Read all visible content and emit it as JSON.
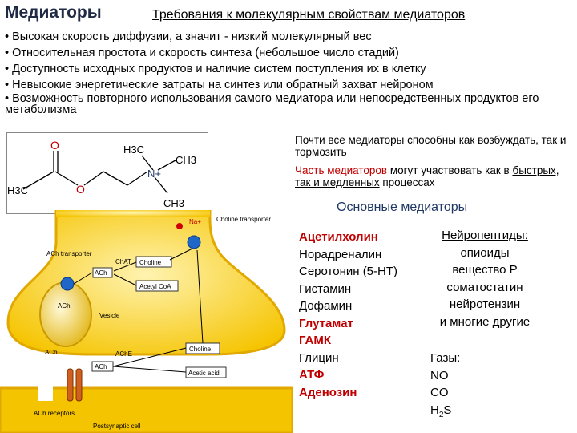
{
  "title": "Медиаторы",
  "subtitle": "Требования к молекулярным свойствам медиаторов",
  "bullets": [
    "• Высокая скорость диффузии, а значит - низкий молекулярный вес",
    "• Относительная простота и скорость синтеза (небольшое число стадий)",
    "• Доступность исходных продуктов и наличие систем поступления их в клетку",
    "• Невысокие энергетические затраты на синтез или обратный захват нейроном",
    "• Возможность повторного использования самого медиатора или непосредственных продуктов его метаболизма"
  ],
  "structure": {
    "o_top": "O",
    "o_bottom": "O",
    "h3c_left": "H3C",
    "h3c_top": "H3C",
    "ch3_right": "CH3",
    "ch3_bottom": "CH3",
    "n_plus": "N+"
  },
  "synapse": {
    "na": "Na+",
    "choline_transporter": "Choline transporter",
    "ach_transporter": "ACh transporter",
    "chat": "ChAT",
    "choline": "Choline",
    "ach": "ACh",
    "acetyl_coa": "Acetyl CoA",
    "vesicle": "Vesicle",
    "ache": "AChE",
    "acetic_acid": "Acetic acid",
    "ach_receptors": "ACh receptors",
    "postsynaptic": "Postsynaptic cell"
  },
  "note1": "Почти все медиаторы способны как возбуждать, так и тормозить",
  "note2": {
    "red_part": "Часть медиаторов",
    "mid": " могут участвовать как в ",
    "ul_part": "быстрых, так и медленных",
    "end": " процессах"
  },
  "main_heading": "Основные медиаторы",
  "mediators": [
    {
      "name": "Ацетилхолин",
      "red": true
    },
    {
      "name": "Норадреналин",
      "red": false
    },
    {
      "name": "Серотонин (5-HT)",
      "red": false
    },
    {
      "name": "Гистамин",
      "red": false
    },
    {
      "name": "Дофамин",
      "red": false
    },
    {
      "name": "Глутамат",
      "red": true
    },
    {
      "name": "ГАМК",
      "red": true
    },
    {
      "name": "Глицин",
      "red": false
    },
    {
      "name": "АТФ",
      "red": true
    },
    {
      "name": "Аденозин",
      "red": true
    }
  ],
  "neuropeptides": {
    "heading": "Нейропептиды:",
    "items": [
      "опиоиды",
      "вещество Р",
      "соматостатин",
      "нейротензин",
      "и многие другие"
    ]
  },
  "gases": {
    "heading": "Газы:",
    "items": [
      "NO",
      "CO"
    ],
    "h2s_h": "H",
    "h2s_sub": "2",
    "h2s_s": "S"
  },
  "colors": {
    "neuron_fill": "#f5c400",
    "neuron_light": "#fbe27a",
    "membrane": "#e0a800",
    "red_text": "#c00000",
    "heading_blue": "#1f3864"
  }
}
